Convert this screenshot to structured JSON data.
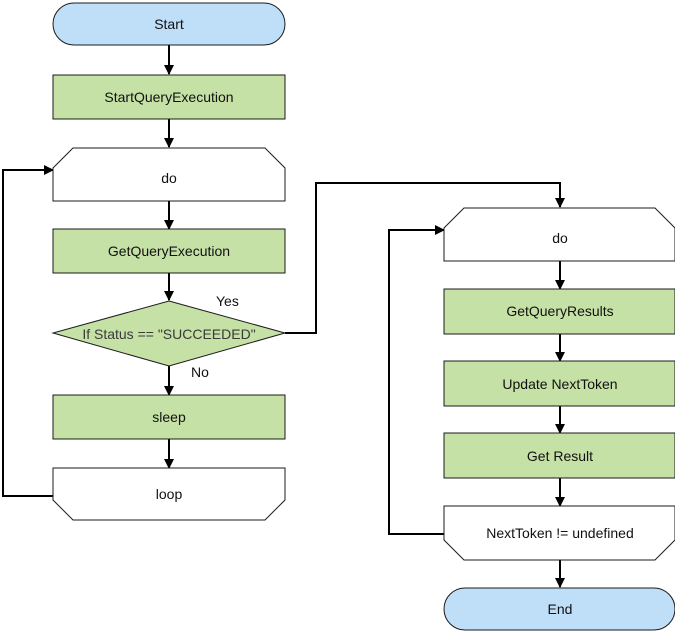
{
  "nodes": {
    "start": "Start",
    "start_query_execution": "StartQueryExecution",
    "do_outer": "do",
    "get_query_execution": "GetQueryExecution",
    "decision": "If Status == \"SUCCEEDED\"",
    "sleep": "sleep",
    "loop": "loop",
    "do_inner": "do",
    "get_query_results": "GetQueryResults",
    "update_next_token": "Update NextToken",
    "get_result": "Get Result",
    "next_token_condition": "NextToken != undefined",
    "end": "End"
  },
  "edges": {
    "yes": "Yes",
    "no": "No"
  },
  "colors": {
    "terminal_fill": "#bfdff9",
    "process_fill": "#c6e1a6",
    "loop_fill": "#ffffff"
  }
}
